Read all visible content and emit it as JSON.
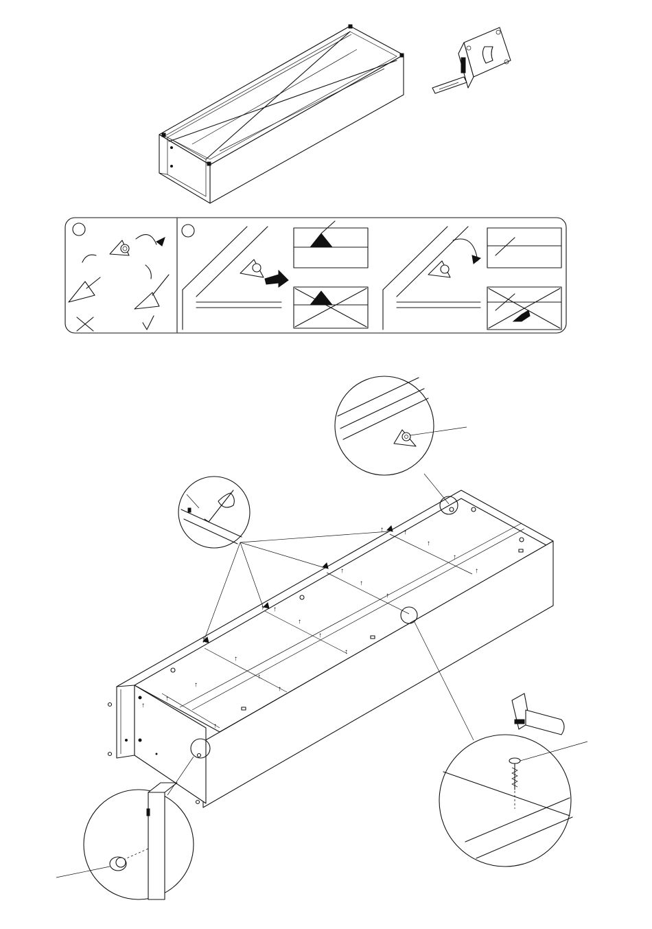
{
  "page": {
    "background": "#ffffff",
    "ink": "#111111"
  },
  "tools": [
    "tape-measure-icon",
    "hammer-icon"
  ],
  "instruction_strip": {
    "step_markers": [
      "",
      ""
    ],
    "panels": [
      "cam-lock-insert-panel",
      "cam-lock-correct-panel",
      "cam-lock-wrong-panel",
      "screw-rotate-correct-panel",
      "screw-rotate-wrong-panel"
    ]
  },
  "detail_callouts": [
    "cam-lock-detail",
    "nail-back-panel-detail",
    "screw-detail",
    "glide-pin-detail"
  ]
}
